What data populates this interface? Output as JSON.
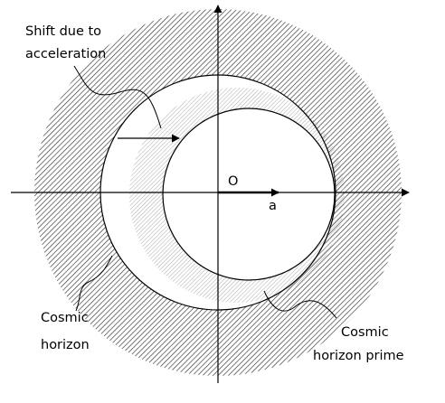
{
  "labels": {
    "shift_line1": "Shift due to",
    "shift_line2": "acceleration",
    "origin": "O",
    "accel_vector": "a",
    "cosmic_horizon_line1": "Cosmic",
    "cosmic_horizon_line2": "horizon",
    "prime_line1": "Cosmic",
    "prime_line2": "horizon prime"
  },
  "colors": {
    "outer_hatch": "#333333",
    "prime_hatch": "#a8a8a8",
    "line": "#000000",
    "background": "#ffffff"
  }
}
